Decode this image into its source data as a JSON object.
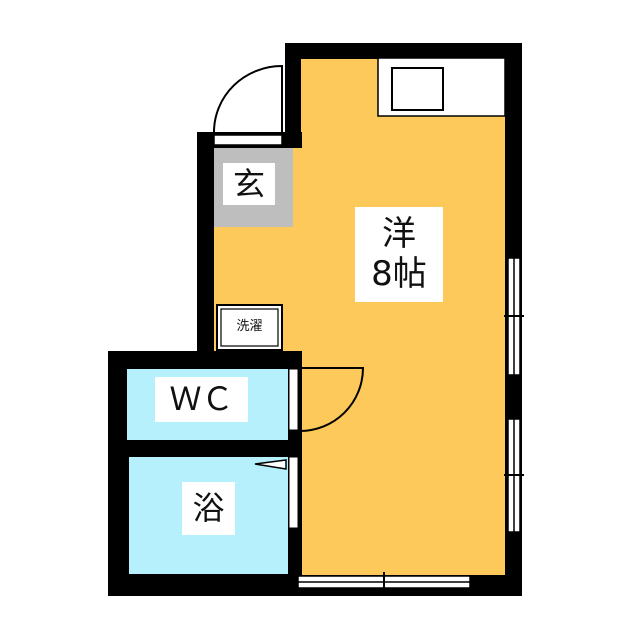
{
  "rooms": {
    "western_room": {
      "name": "洋",
      "size": "8帖"
    },
    "entrance": {
      "name": "玄"
    },
    "toilet": {
      "name": "ＷＣ"
    },
    "bath": {
      "name": "浴"
    },
    "laundry": {
      "name": "洗濯"
    }
  },
  "colors": {
    "wall": "#000000",
    "western_room": "#FDC95A",
    "wet_area": "#B5F0FC",
    "entrance": "#BEBEBE"
  }
}
